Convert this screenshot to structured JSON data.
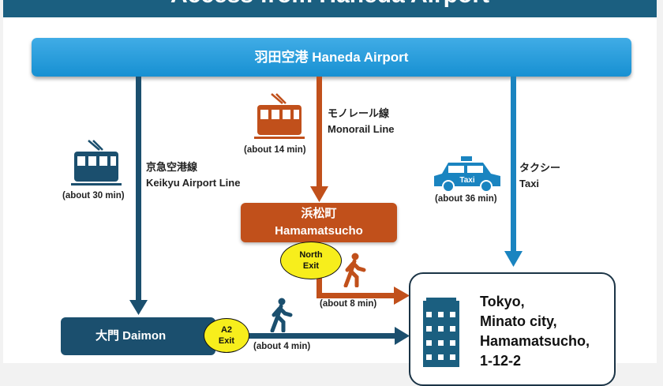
{
  "header": {
    "title": "Access from Haneda Airport"
  },
  "airport": {
    "label": "羽田空港 Haneda Airport"
  },
  "routes": {
    "keikyu": {
      "jp": "京急空港線",
      "en": "Keikyu Airport Line",
      "time": "(about 30 min)"
    },
    "monorail": {
      "jp": "モノレール線",
      "en": "Monorail Line",
      "time": "(about 14 min)"
    },
    "taxi": {
      "jp": "タクシー",
      "en": "Taxi",
      "time": "(about 36 min)",
      "sign": "Taxi"
    }
  },
  "hamamatsucho": {
    "jp": "浜松町",
    "en": "Hamamatsucho",
    "exit_line1": "North",
    "exit_line2": "Exit",
    "walk": "(about 8 min)"
  },
  "daimon": {
    "label": "大門 Daimon",
    "exit_line1": "A2",
    "exit_line2": "Exit",
    "walk": "(about 4 min)"
  },
  "destination": {
    "lines": [
      "Tokyo,",
      "Minato city,",
      "Hamamatsucho,",
      "1-12-2"
    ]
  },
  "colors": {
    "header": "#1b5f80",
    "airport": "#1790d2",
    "keikyu": "#1b4f6e",
    "monorail": "#c1501b",
    "taxi": "#1a84c0",
    "exit": "#f7ee1c"
  }
}
